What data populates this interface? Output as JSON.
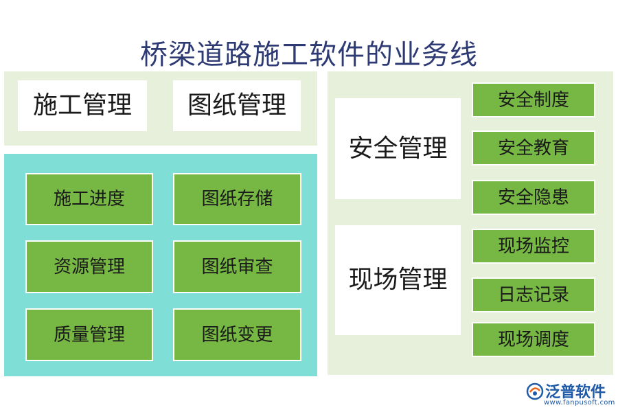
{
  "title": "桥梁道路施工软件的业务线",
  "left_top": {
    "items": [
      "施工管理",
      "图纸管理"
    ]
  },
  "left_bottom": {
    "col1": [
      "施工进度",
      "资源管理",
      "质量管理"
    ],
    "col2": [
      "图纸存储",
      "图纸审查",
      "图纸变更"
    ]
  },
  "right": {
    "safety": {
      "label": "安全管理",
      "items": [
        "安全制度",
        "安全教育",
        "安全隐患"
      ]
    },
    "site": {
      "label": "现场管理",
      "items": [
        "现场监控",
        "日志记录",
        "现场调度"
      ]
    }
  },
  "logo": {
    "name": "泛普软件",
    "url": "www.fanpusoft.com"
  },
  "colors": {
    "title": "#2d3a73",
    "panel_light": "#e6f0da",
    "panel_teal": "#7fded6",
    "box_green": "#76b843"
  }
}
